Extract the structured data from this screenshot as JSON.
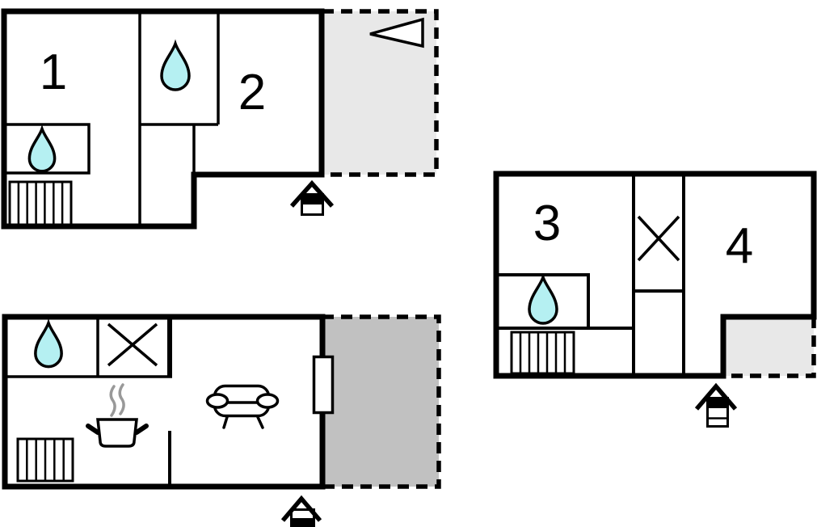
{
  "diagram_type": "vacation-home-floor-plan",
  "colors": {
    "wall": "#000000",
    "water_drop_fill": "#b5f0f2",
    "terrace_light_fill": "#e8e8e8",
    "terrace_dark_fill": "#c1c1c1",
    "steam": "#999999",
    "background": "#ffffff"
  },
  "units": [
    {
      "name": "upper-floor-unit",
      "rooms": [
        {
          "label": "1"
        },
        {
          "label": "2"
        }
      ],
      "icons": [
        "water-drop",
        "water-drop",
        "radiator",
        "direction-triangle",
        "entrance-house"
      ],
      "terrace_style": "light-gray-dashed"
    },
    {
      "name": "main-floor-unit",
      "rooms": [],
      "icons": [
        "water-drop",
        "hob-x",
        "cooking-pot",
        "steam",
        "radiator",
        "sofa",
        "window",
        "entrance-house"
      ],
      "terrace_style": "dark-gray-dashed"
    },
    {
      "name": "side-unit",
      "rooms": [
        {
          "label": "3"
        },
        {
          "label": "4"
        }
      ],
      "icons": [
        "water-drop",
        "hob-x",
        "radiator",
        "entrance-house"
      ],
      "terrace_style": "light-gray-dashed"
    }
  ]
}
